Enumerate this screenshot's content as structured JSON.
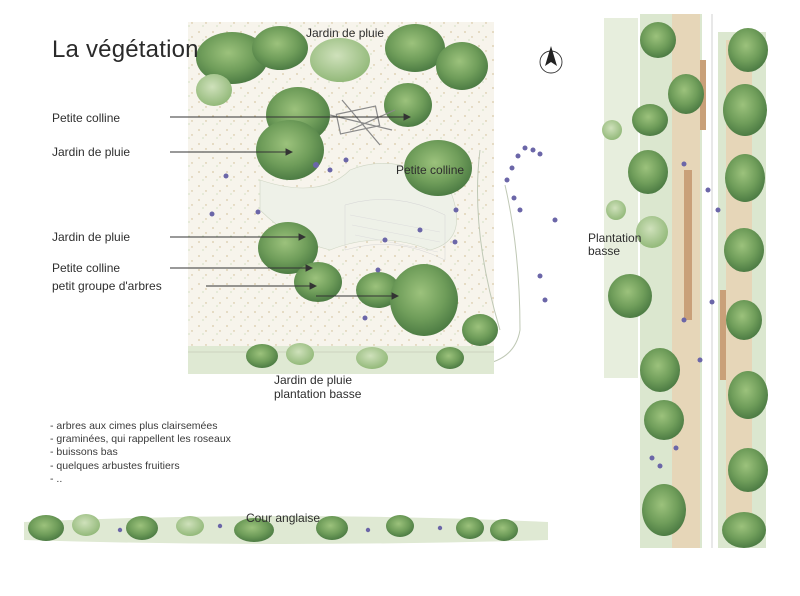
{
  "title": "La végétation",
  "labels": {
    "top_rain_garden": "Jardin de pluie",
    "petite_colline_1": "Petite colline",
    "jardin_pluie_1": "Jardin de pluie",
    "petite_colline_center": "Petite colline",
    "jardin_pluie_2": "Jardin de pluie",
    "petite_colline_2": "Petite colline",
    "petit_groupe": "petit groupe d'arbres",
    "bottom_jardin": "Jardin de pluie",
    "bottom_plantation": "plantation basse",
    "plantation_basse_right_1": "Plantation",
    "plantation_basse_right_2": "basse",
    "cour_anglaise": "Cour anglaise"
  },
  "notes": [
    "- arbres aux cimes plus clairsemées",
    "- graminées, qui rappellent les roseaux",
    "- buissons bas",
    "- quelques arbustes fruitiers",
    "- .."
  ],
  "icons": {
    "north_arrow": "north-arrow-icon"
  },
  "colors": {
    "tree_green": "#6f9d5a",
    "tree_light": "#a9c98f",
    "lawn": "#dfe9d3",
    "path": "#e8dcc4",
    "wood": "#c9a079",
    "lavender": "#6b66a8"
  }
}
